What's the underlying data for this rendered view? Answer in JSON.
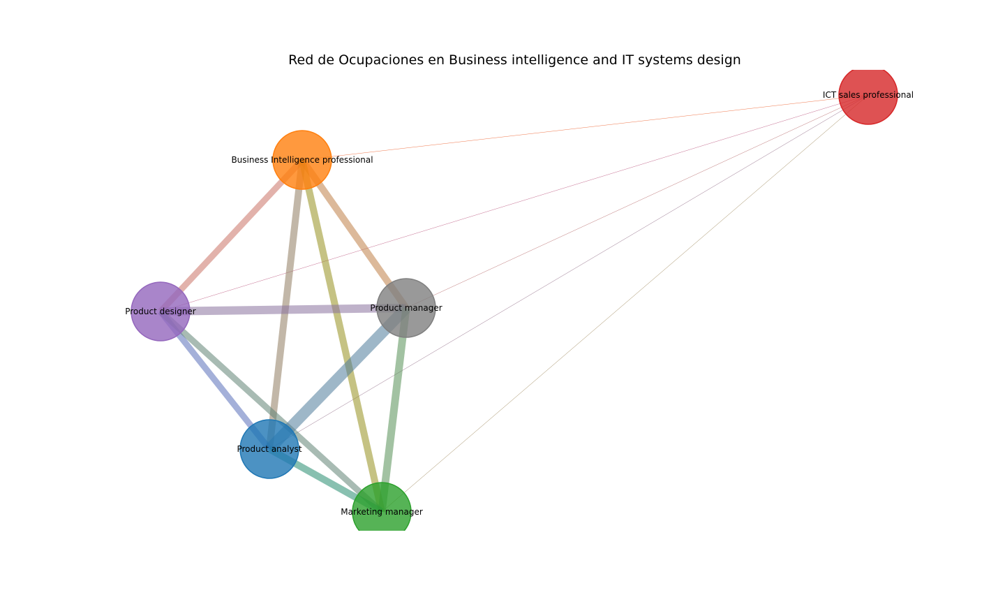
{
  "title": "Red de Ocupaciones en Business intelligence and IT systems design",
  "nodes": [
    {
      "id": "ict",
      "label": "ICT sales professional",
      "color": "#d62728"
    },
    {
      "id": "bi",
      "label": "Business Intelligence professional",
      "color": "#ff7f0e"
    },
    {
      "id": "pd",
      "label": "Product designer",
      "color": "#9467bd"
    },
    {
      "id": "pm",
      "label": "Product manager",
      "color": "#7f7f7f"
    },
    {
      "id": "pa",
      "label": "Product analyst",
      "color": "#1f77b4"
    },
    {
      "id": "mm",
      "label": "Marketing manager",
      "color": "#2ca02c"
    }
  ],
  "edges": [
    {
      "source": "bi",
      "target": "ict",
      "weight": 0.5
    },
    {
      "source": "pd",
      "target": "ict",
      "weight": 0.5
    },
    {
      "source": "pm",
      "target": "ict",
      "weight": 0.5
    },
    {
      "source": "pa",
      "target": "ict",
      "weight": 0.5
    },
    {
      "source": "mm",
      "target": "ict",
      "weight": 0.5
    },
    {
      "source": "bi",
      "target": "pd",
      "weight": 9
    },
    {
      "source": "bi",
      "target": "pm",
      "weight": 10
    },
    {
      "source": "bi",
      "target": "pa",
      "weight": 10
    },
    {
      "source": "bi",
      "target": "mm",
      "weight": 10
    },
    {
      "source": "pd",
      "target": "pm",
      "weight": 12
    },
    {
      "source": "pd",
      "target": "pa",
      "weight": 9
    },
    {
      "source": "pd",
      "target": "mm",
      "weight": 9
    },
    {
      "source": "pm",
      "target": "pa",
      "weight": 16
    },
    {
      "source": "pm",
      "target": "mm",
      "weight": 11
    },
    {
      "source": "pa",
      "target": "mm",
      "weight": 10
    }
  ]
}
